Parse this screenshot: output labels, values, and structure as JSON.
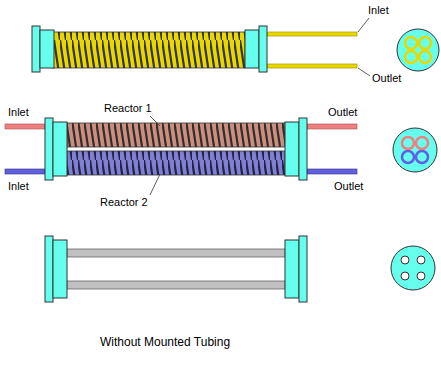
{
  "diagram": {
    "labels": [
      "Inlet",
      "Outlet",
      "Inlet",
      "Reactor 1",
      "Outlet",
      "Inlet",
      "Reactor 2",
      "Outlet",
      "Without Mounted Tubing"
    ]
  }
}
